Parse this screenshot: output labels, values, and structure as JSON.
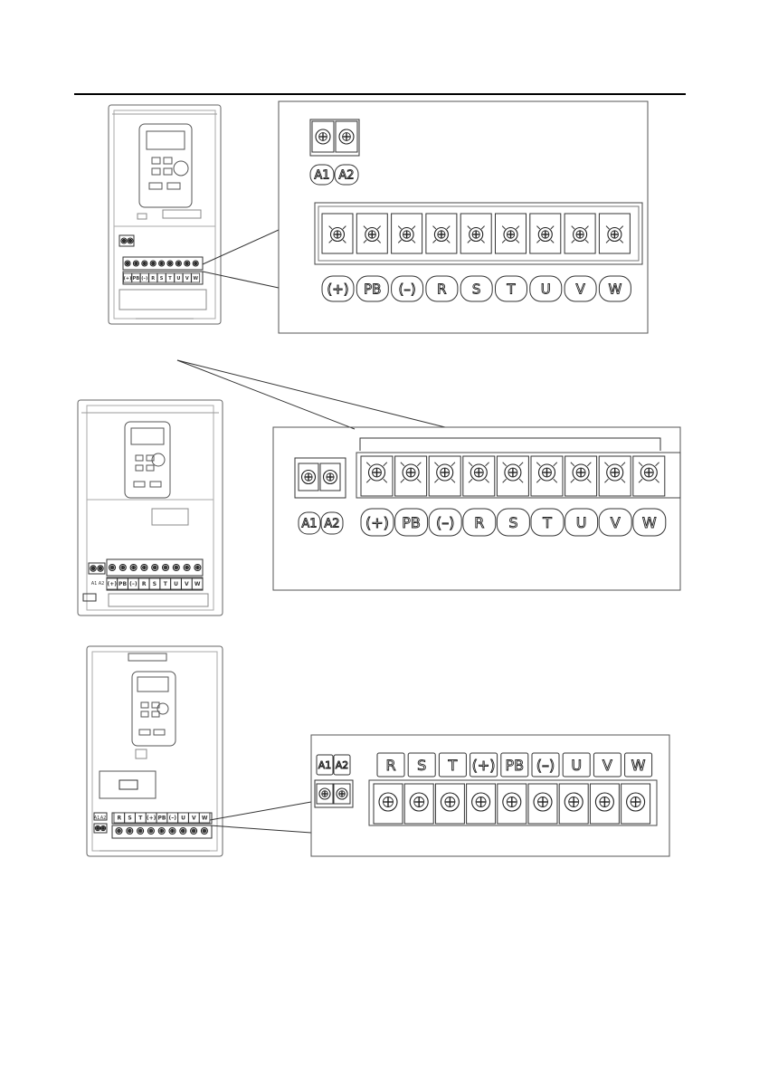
{
  "diagrams": [
    {
      "aux_terminals": [
        "A1",
        "A2"
      ],
      "main_terminals": [
        "(+)",
        "PB",
        "(–)",
        "R",
        "S",
        "T",
        "U",
        "V",
        "W"
      ]
    },
    {
      "aux_terminals": [
        "A1",
        "A2"
      ],
      "main_terminals": [
        "(+)",
        "PB",
        "(–)",
        "R",
        "S",
        "T",
        "U",
        "V",
        "W"
      ]
    },
    {
      "aux_terminals": [
        "A1",
        "A2"
      ],
      "main_terminals": [
        "R",
        "S",
        "T",
        "(+)",
        "PB",
        "(–)",
        "U",
        "V",
        "W"
      ]
    }
  ]
}
